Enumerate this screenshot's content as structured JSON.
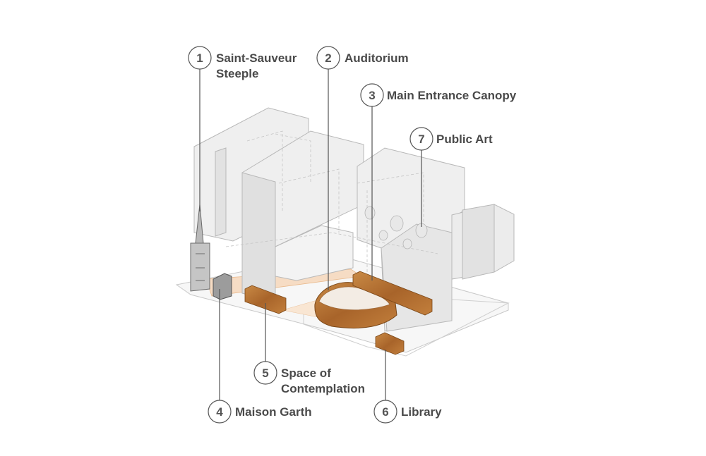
{
  "diagram": {
    "callouts": [
      {
        "id": "1",
        "label_lines": [
          "Saint-Sauveur",
          "Steeple"
        ]
      },
      {
        "id": "2",
        "label_lines": [
          "Auditorium"
        ]
      },
      {
        "id": "3",
        "label_lines": [
          "Main Entrance Canopy"
        ]
      },
      {
        "id": "7",
        "label_lines": [
          "Public Art"
        ]
      },
      {
        "id": "5",
        "label_lines": [
          "Space of",
          "Contemplation"
        ]
      },
      {
        "id": "4",
        "label_lines": [
          "Maison Garth"
        ]
      },
      {
        "id": "6",
        "label_lines": [
          "Library"
        ]
      }
    ],
    "colors": {
      "building_fill": "#efefef",
      "building_stroke": "#b8b8b8",
      "accent_wood": "#b8732e",
      "accent_wood_dark": "#8a5220",
      "plaza_tint": "#f6dcc4",
      "leader": "#555555"
    }
  }
}
